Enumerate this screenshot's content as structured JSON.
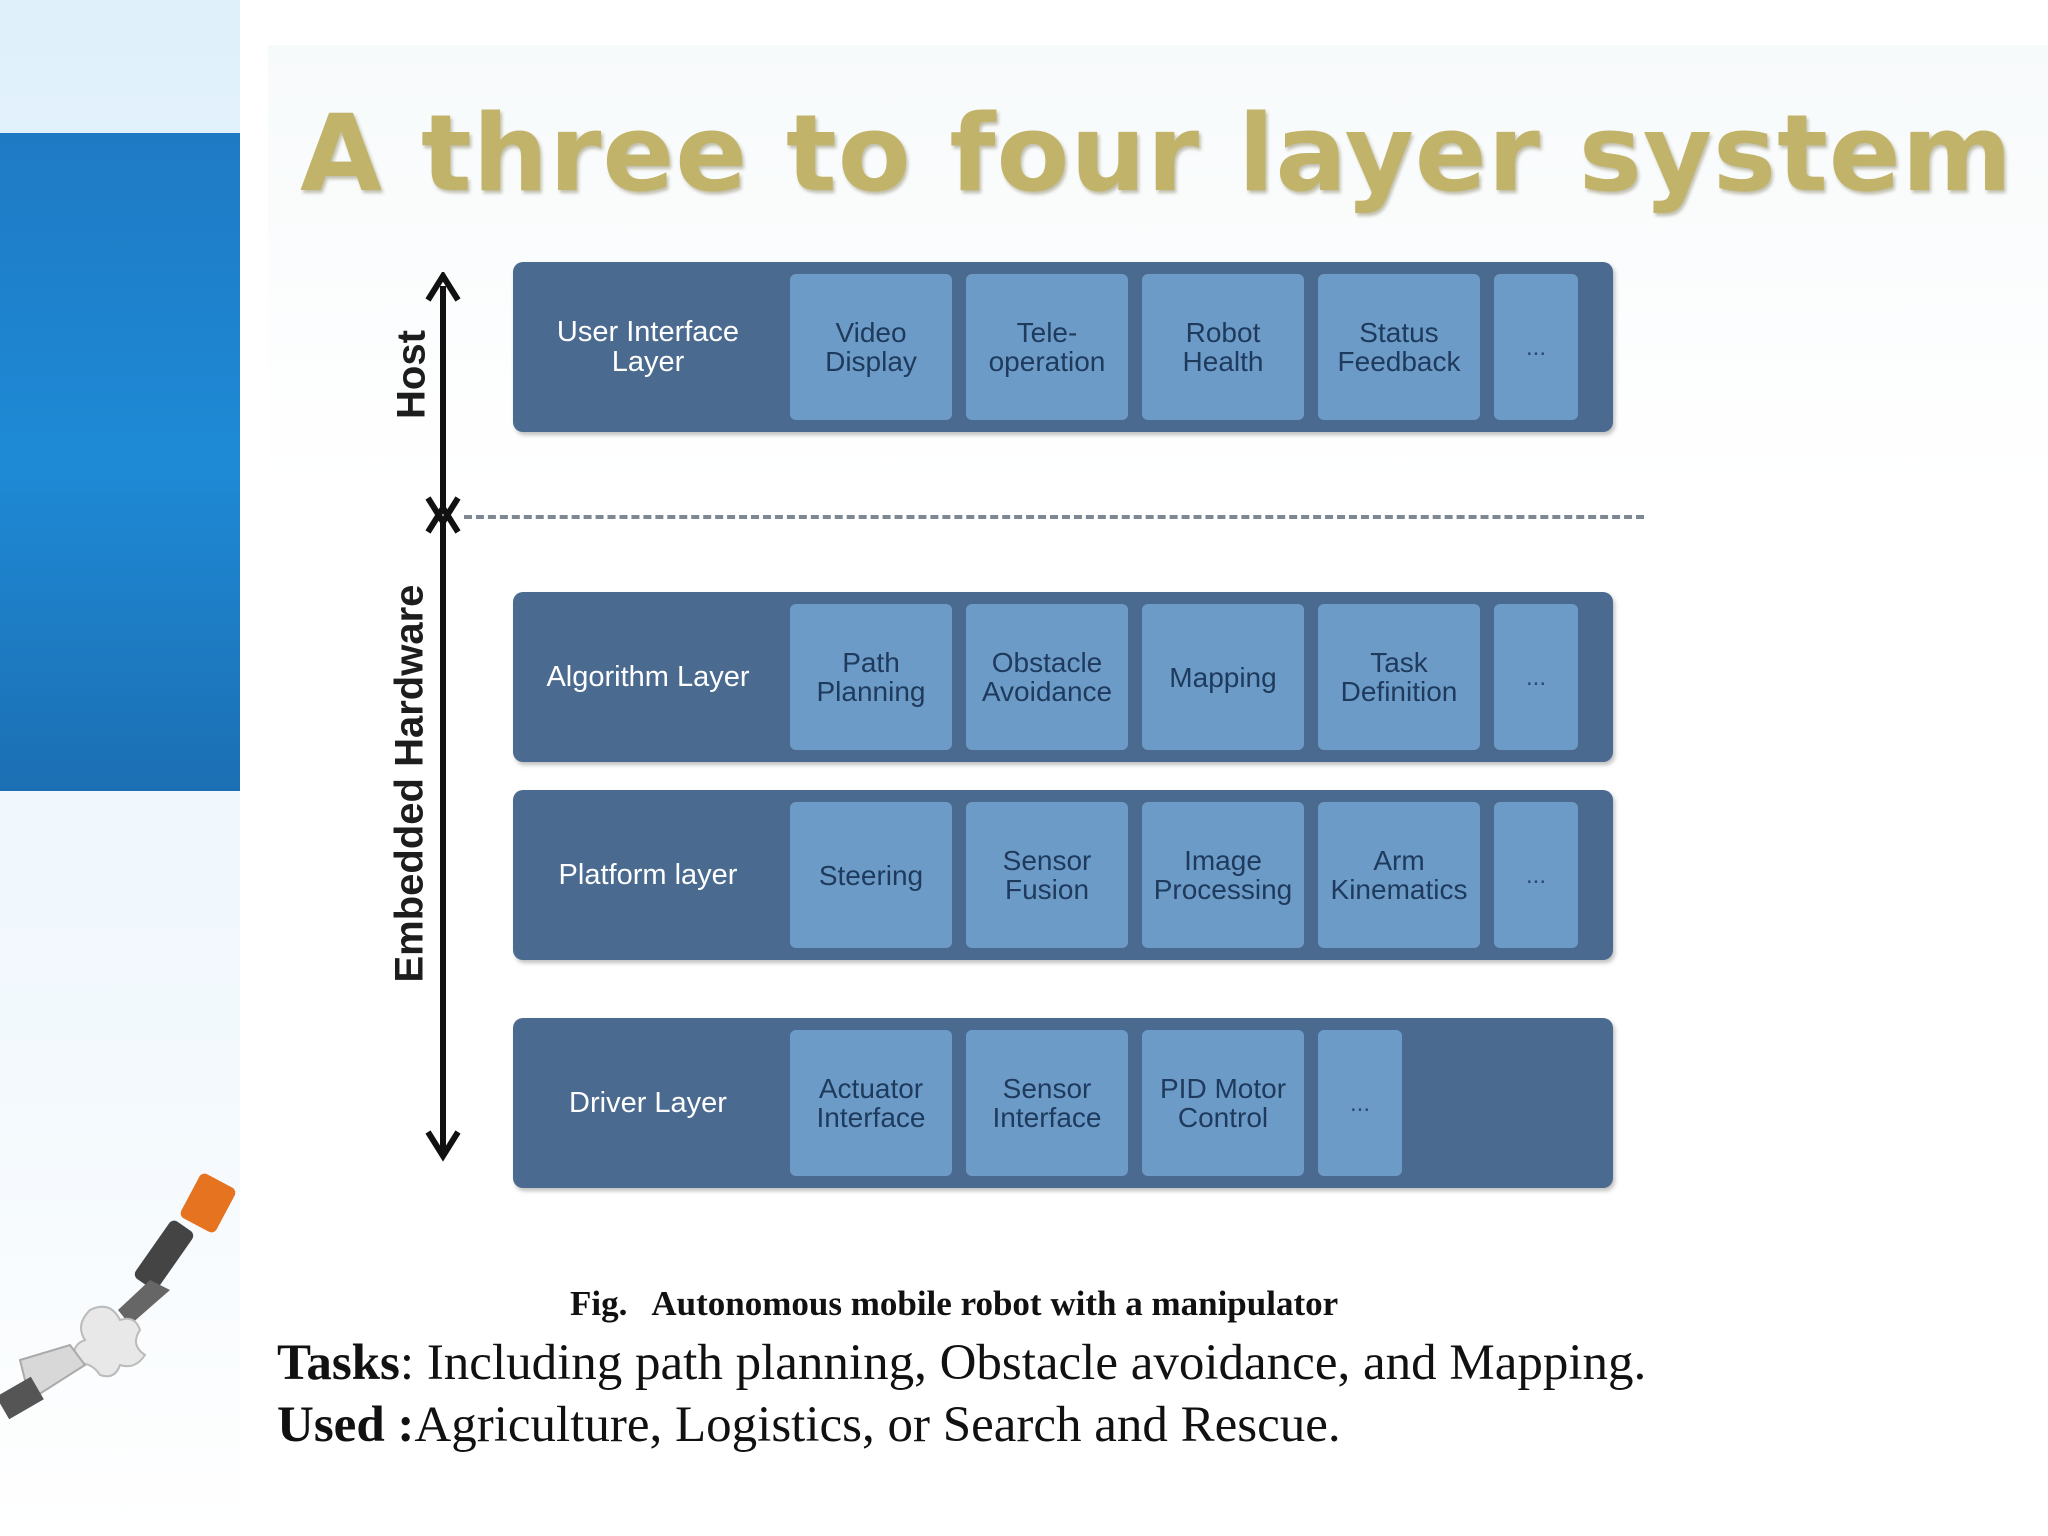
{
  "title": "A three to four layer system",
  "axis": {
    "host": "Host",
    "embedded": "Embedded Hardware"
  },
  "layers": [
    {
      "label": "User Interface Layer",
      "cells": [
        "Video Display",
        "Tele-operation",
        "Robot Health",
        "Status Feedback",
        "..."
      ]
    },
    {
      "label": "Algorithm Layer",
      "cells": [
        "Path Planning",
        "Obstacle Avoidance",
        "Mapping",
        "Task Definition",
        "..."
      ]
    },
    {
      "label": "Platform layer",
      "cells": [
        "Steering",
        "Sensor Fusion",
        "Image Processing",
        "Arm Kinematics",
        "..."
      ]
    },
    {
      "label": "Driver Layer",
      "cells": [
        "Actuator Interface",
        "Sensor Interface",
        "PID Motor Control",
        "..."
      ]
    }
  ],
  "caption": {
    "prefix": "Fig.",
    "text": "Autonomous mobile robot with a manipulator"
  },
  "tasks": {
    "label": "Tasks",
    "text": ": Including path planning, Obstacle avoidance, and Mapping."
  },
  "used": {
    "label": "Used :",
    "text": "Agriculture, Logistics, or Search and Rescue."
  },
  "colors": {
    "title": "#c2b36a",
    "layer": "#4a6a8f",
    "cell": "#6d9bc8",
    "blue_panel": "#1e8ad6"
  }
}
